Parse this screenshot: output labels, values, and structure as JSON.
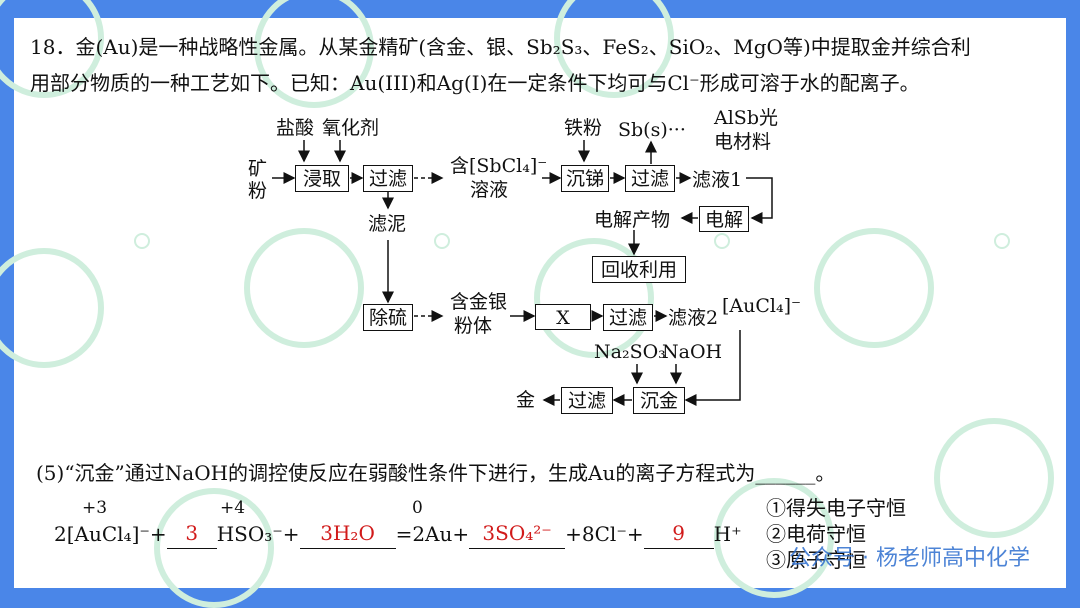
{
  "question": {
    "line1": "18．金(Au)是一种战略性金属。从某金精矿(含金、银、Sb₂S₃、FeS₂、SiO₂、MgO等)中提取金并综合利",
    "line2": "用部分物质的一种工艺如下。已知：Au(III)和Ag(I)在一定条件下均可与Cl⁻形成可溶于水的配离子。"
  },
  "flow": {
    "reagent_hcl": "盐酸",
    "reagent_oxidant": "氧化剂",
    "ore_powder": "矿\n粉",
    "box_leach": "浸取",
    "box_filter1": "过滤",
    "solution_sbcl4": "含[SbCl₄]⁻",
    "solution_label": "溶液",
    "reagent_iron": "铁粉",
    "sb_product": "Sb(s)···",
    "alsb_1": "AlSb光",
    "alsb_2": "电材料",
    "box_precip_sb": "沉锑",
    "box_filter2": "过滤",
    "filtrate1": "滤液1",
    "electrolysis_product": "电解产物",
    "box_electrolysis": "电解",
    "box_recycle": "回收利用",
    "sludge": "滤泥",
    "box_desulfur": "除硫",
    "gold_silver_1": "含金银",
    "gold_silver_2": "粉体",
    "box_x": "X",
    "box_filter3": "过滤",
    "filtrate2": "滤液2",
    "aucl4_note": "[AuCl₄]⁻",
    "reagent_na2so3": "Na₂SO₃",
    "reagent_naoh": "NaOH",
    "gold": "金",
    "box_filter4": "过滤",
    "box_precip_au": "沉金"
  },
  "subq": {
    "text": "(5)“沉金”通过NaOH的调控使反应在弱酸性条件下进行，生成Au的离子方程式为______。"
  },
  "equation": {
    "ox_plus3": "+3",
    "ox_plus4": "+4",
    "ox_zero": "0",
    "term1": "2[AuCl₄]⁻+",
    "coef_hso3": "3",
    "term2": "HSO₃⁻+",
    "ans_h2o": "3H₂O",
    "term3": "=2Au+",
    "ans_so4": "3SO₄²⁻",
    "term4": "+8Cl⁻+",
    "coef_h": "9",
    "term5": "H⁺"
  },
  "notes": {
    "n1": "①得失电子守恒",
    "n2": "②电荷守恒",
    "n3": "③原子守恒"
  },
  "watermark": {
    "brand": "公众号 · 杨老师高中化学"
  },
  "colors": {
    "background": "#4a86e8",
    "answer": "#d11a1a",
    "watermark": "#cfeedd"
  }
}
